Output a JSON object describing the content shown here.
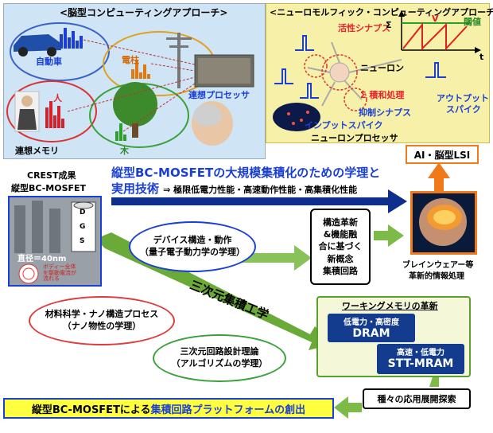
{
  "left_panel": {
    "title": "<脳型コンピューティングアプローチ>",
    "car_label": "自動車",
    "pole_label": "電柱",
    "person_label": "人",
    "tree_label": "木",
    "processor_label": "連想プロセッサ",
    "memory_label": "連想メモリ"
  },
  "right_panel": {
    "title": "<ニューロモルフィック・コンピューティングアプローチ>",
    "active_synapse": "活性シナプス",
    "neuron": "ニューロン",
    "integration": "Σ 積和処理",
    "inhibitory_synapse": "抑制シナプス",
    "output_spike_1": "アウトプット",
    "output_spike_2": "スパイク",
    "input_spike": "インプットスパイク",
    "neuron_processor": "ニューロンプロセッサ",
    "threshold": "閾値",
    "sigma": "Σ",
    "v": "V",
    "t": "t"
  },
  "crest": {
    "line1": "CREST成果",
    "line2": "縦型BC-MOSFET",
    "diameter": "直径＝40nm",
    "note1": "ボディー全体",
    "note2": "を駆動電流が",
    "note3": "流れる",
    "d": "D",
    "g": "G",
    "s": "S"
  },
  "ai_box": "AI・脳型LSI",
  "headline": {
    "line1": "縦型BC-MOSFETの大規模集積化のための学理と",
    "line2a": "実用技術",
    "line2b": "⇒ 極限低電力性能・高速動作性能・高集積化性能"
  },
  "device_ellipse": {
    "line1": "デバイス構造・動作",
    "line2": "（量子電子動力学の学理）"
  },
  "materials_ellipse": {
    "line1": "材料科学・ナノ構造プロセス",
    "line2": "（ナノ物性の学理）"
  },
  "circuit_ellipse": {
    "line1": "三次元回路設計理論",
    "line2": "（アルゴリズムの学理）"
  },
  "structure_box": [
    "構造革新",
    "&機能融",
    "合に基づく",
    "新概念",
    "集積回路"
  ],
  "brainware": {
    "line1": "ブレインウェアー等",
    "line2": "革新的情報処理"
  },
  "three_d_label": "三次元集積工学",
  "working_memory": {
    "title": "ワーキングメモリの革新",
    "dram_sub": "低電力・高密度",
    "dram": "DRAM",
    "stt_sub": "高速・低電力",
    "stt": "STT-MRAM"
  },
  "apps_box": "種々の応用展開探索",
  "bottom_banner": {
    "prefix": "縦型BC-MOSFETによる",
    "highlight": "集積回路プラットフォームの創出"
  },
  "colors": {
    "navy": "#0a2c8a",
    "red": "#e8242b",
    "green": "#5aa02c",
    "orange": "#f07a1a"
  }
}
